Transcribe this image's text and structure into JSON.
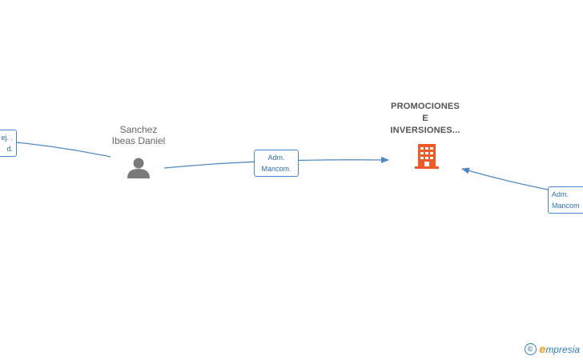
{
  "nodes": {
    "person": {
      "name_line1": "Sanchez",
      "name_line2": "Ibeas Daniel",
      "icon": "person-icon"
    },
    "company": {
      "name_line1": "PROMOCIONES",
      "name_line2": "E",
      "name_line3": "INVERSIONES...",
      "icon": "building-icon"
    }
  },
  "edges": {
    "left": {
      "line1": "ej. .",
      "line2": "d."
    },
    "middle": {
      "line1": "Adm.",
      "line2": "Mancom."
    },
    "right": {
      "line1": "Adm.",
      "line2": "Mancom"
    }
  },
  "colors": {
    "edge": "#4a86c8",
    "person": "#7a7a7a",
    "company": "#f05a28"
  },
  "footer": {
    "copyright_symbol": "©",
    "brand_initial": "e",
    "brand_rest": "mpresia"
  }
}
